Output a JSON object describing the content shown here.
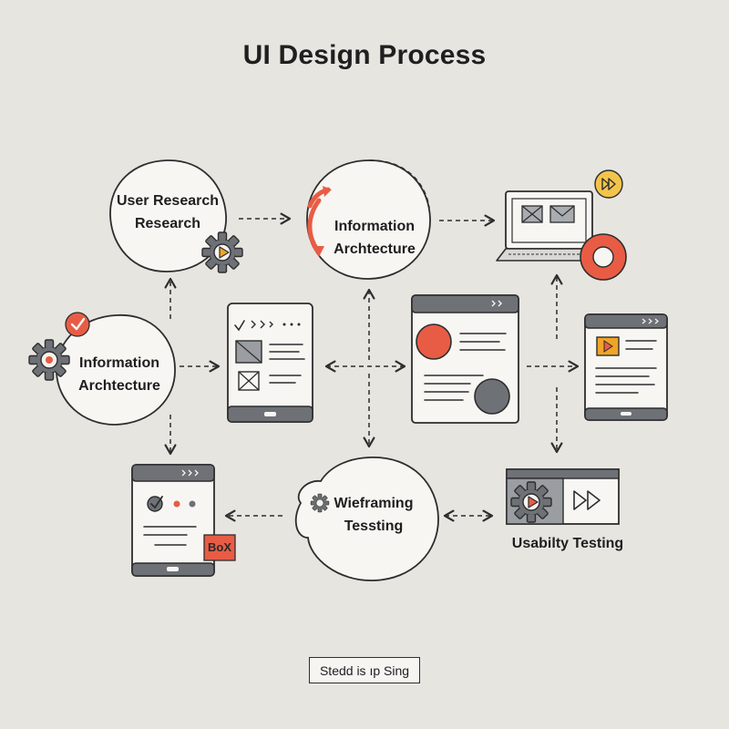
{
  "title": "UI Design Process",
  "nodes": {
    "user_research": {
      "line1": "User Research",
      "line2": "Research"
    },
    "info_arch_top": {
      "line1": "Information",
      "line2": "Archtecture"
    },
    "info_arch_left": {
      "line1": "Information",
      "line2": "Archtecture"
    },
    "wireframing": {
      "line1": "Wieframing",
      "line2": "Tessting"
    },
    "usability": {
      "label": "Usabilty Testing"
    }
  },
  "box_tag": "BoX",
  "footer_button": "Stedd is ıp Sing",
  "colors": {
    "background": "#e7e5e0",
    "accent": "#e85c45",
    "ink": "#2d2d2d",
    "gray": "#6e7176",
    "paper": "#f7f6f3",
    "badge_yellow": "#f3c44a"
  },
  "icons": [
    "gear-icon",
    "play-icon",
    "checkmark-icon",
    "refresh-arrows-icon",
    "fast-forward-icon",
    "laptop-icon",
    "tablet-icon",
    "browser-window-icon"
  ]
}
